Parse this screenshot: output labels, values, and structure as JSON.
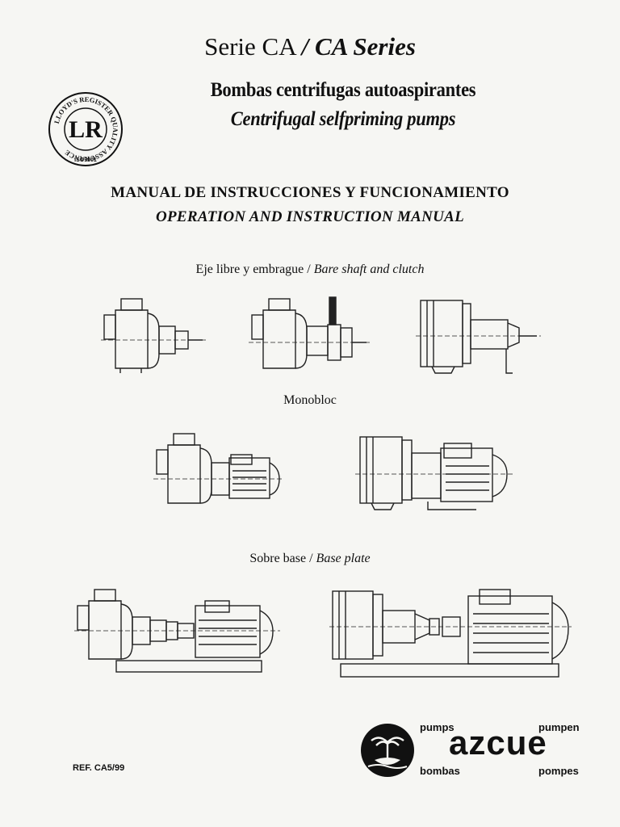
{
  "header": {
    "serie_es": "Serie CA",
    "separator": "/",
    "serie_en": "CA Series",
    "subtitle_es": "Bombas centrifugas autoaspirantes",
    "subtitle_en": "Centrifugal selfpriming pumps"
  },
  "certification": {
    "ring_text": "LLOYD'S REGISTER QUALITY ASSURANCE",
    "standard": "ISO9001",
    "mark": "LR"
  },
  "manual": {
    "title_es": "MANUAL DE INSTRUCCIONES  Y FUNCIONAMIENTO",
    "title_en": "OPERATION AND INSTRUCTION MANUAL"
  },
  "sections": {
    "bare_shaft_es": "Eje libre y embrague / ",
    "bare_shaft_en": "Bare shaft and clutch",
    "monobloc": "Monobloc",
    "base_plate_es": "Sobre base / ",
    "base_plate_en": "Base plate"
  },
  "footer": {
    "ref": "REF. CA5/99",
    "brand": "azcue",
    "words": {
      "pumps": "pumps",
      "pumpen": "pumpen",
      "bombas": "bombas",
      "pompes": "pompes"
    }
  }
}
